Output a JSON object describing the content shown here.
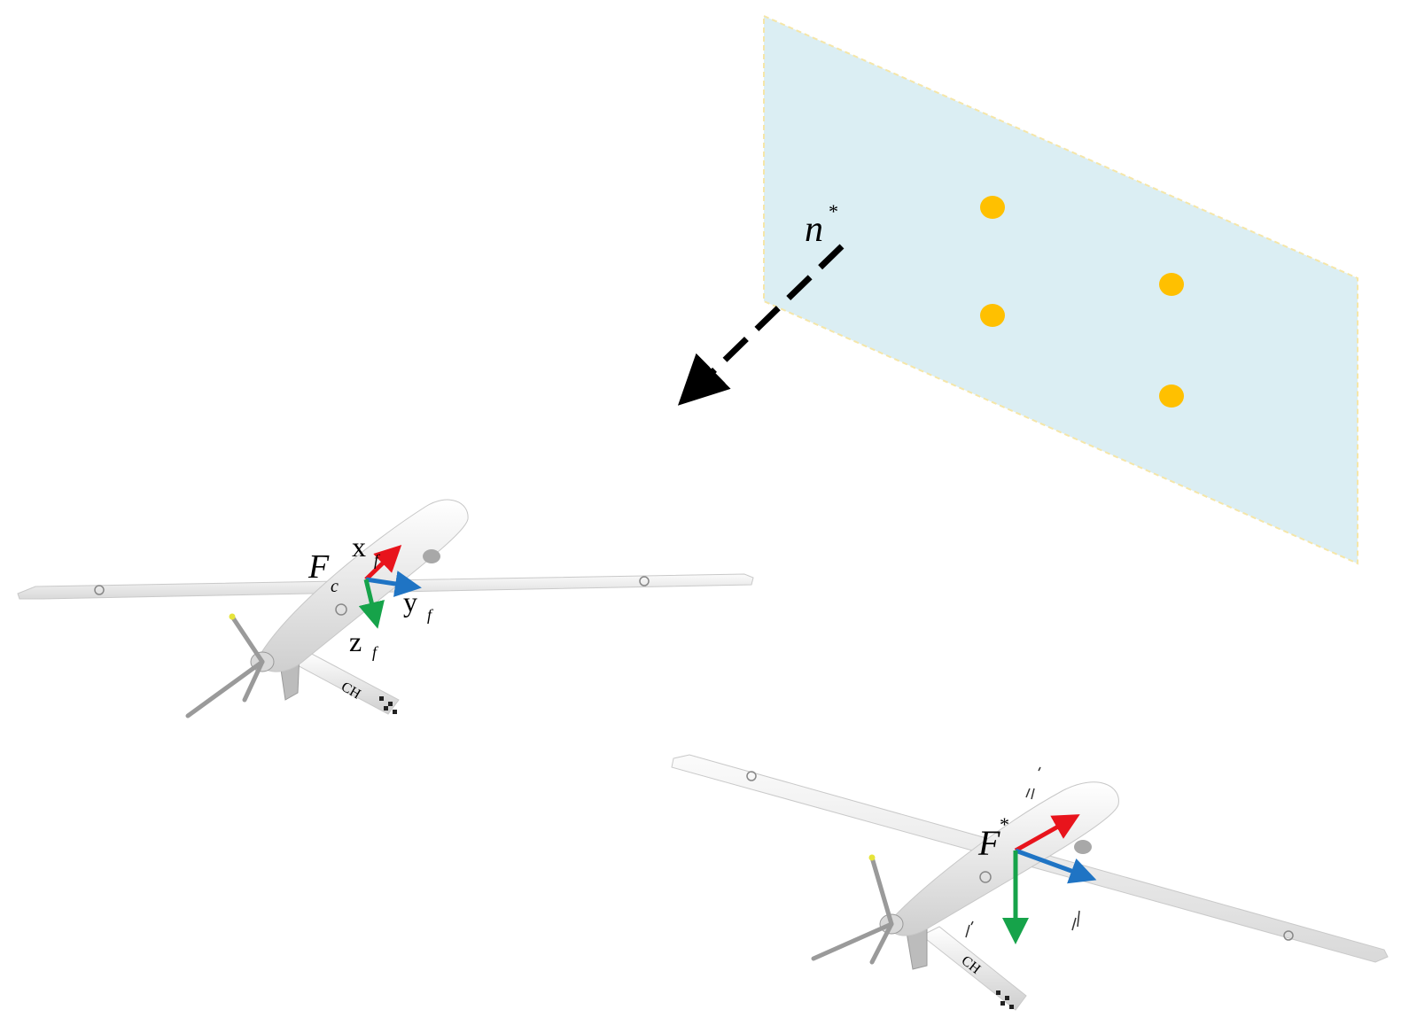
{
  "colors": {
    "plane_fill": "#dbeef3",
    "plane_border": "#f5e6a8",
    "feature_point": "#ffc000",
    "normal_arrow": "#000000",
    "axis_x": "#e8141c",
    "axis_y": "#1f74c4",
    "axis_z": "#16a34a",
    "uav_body": "#efefef"
  },
  "labels": {
    "normal": "n",
    "normal_sup": "*",
    "current_frame": "F",
    "current_frame_sub": "c",
    "current_x": "x",
    "current_y": "y",
    "current_z": "z",
    "current_axis_sub": "f",
    "desired_frame": "F",
    "desired_frame_sup": "*"
  },
  "feature_points_count": 4,
  "aircraft_marking": "CH"
}
